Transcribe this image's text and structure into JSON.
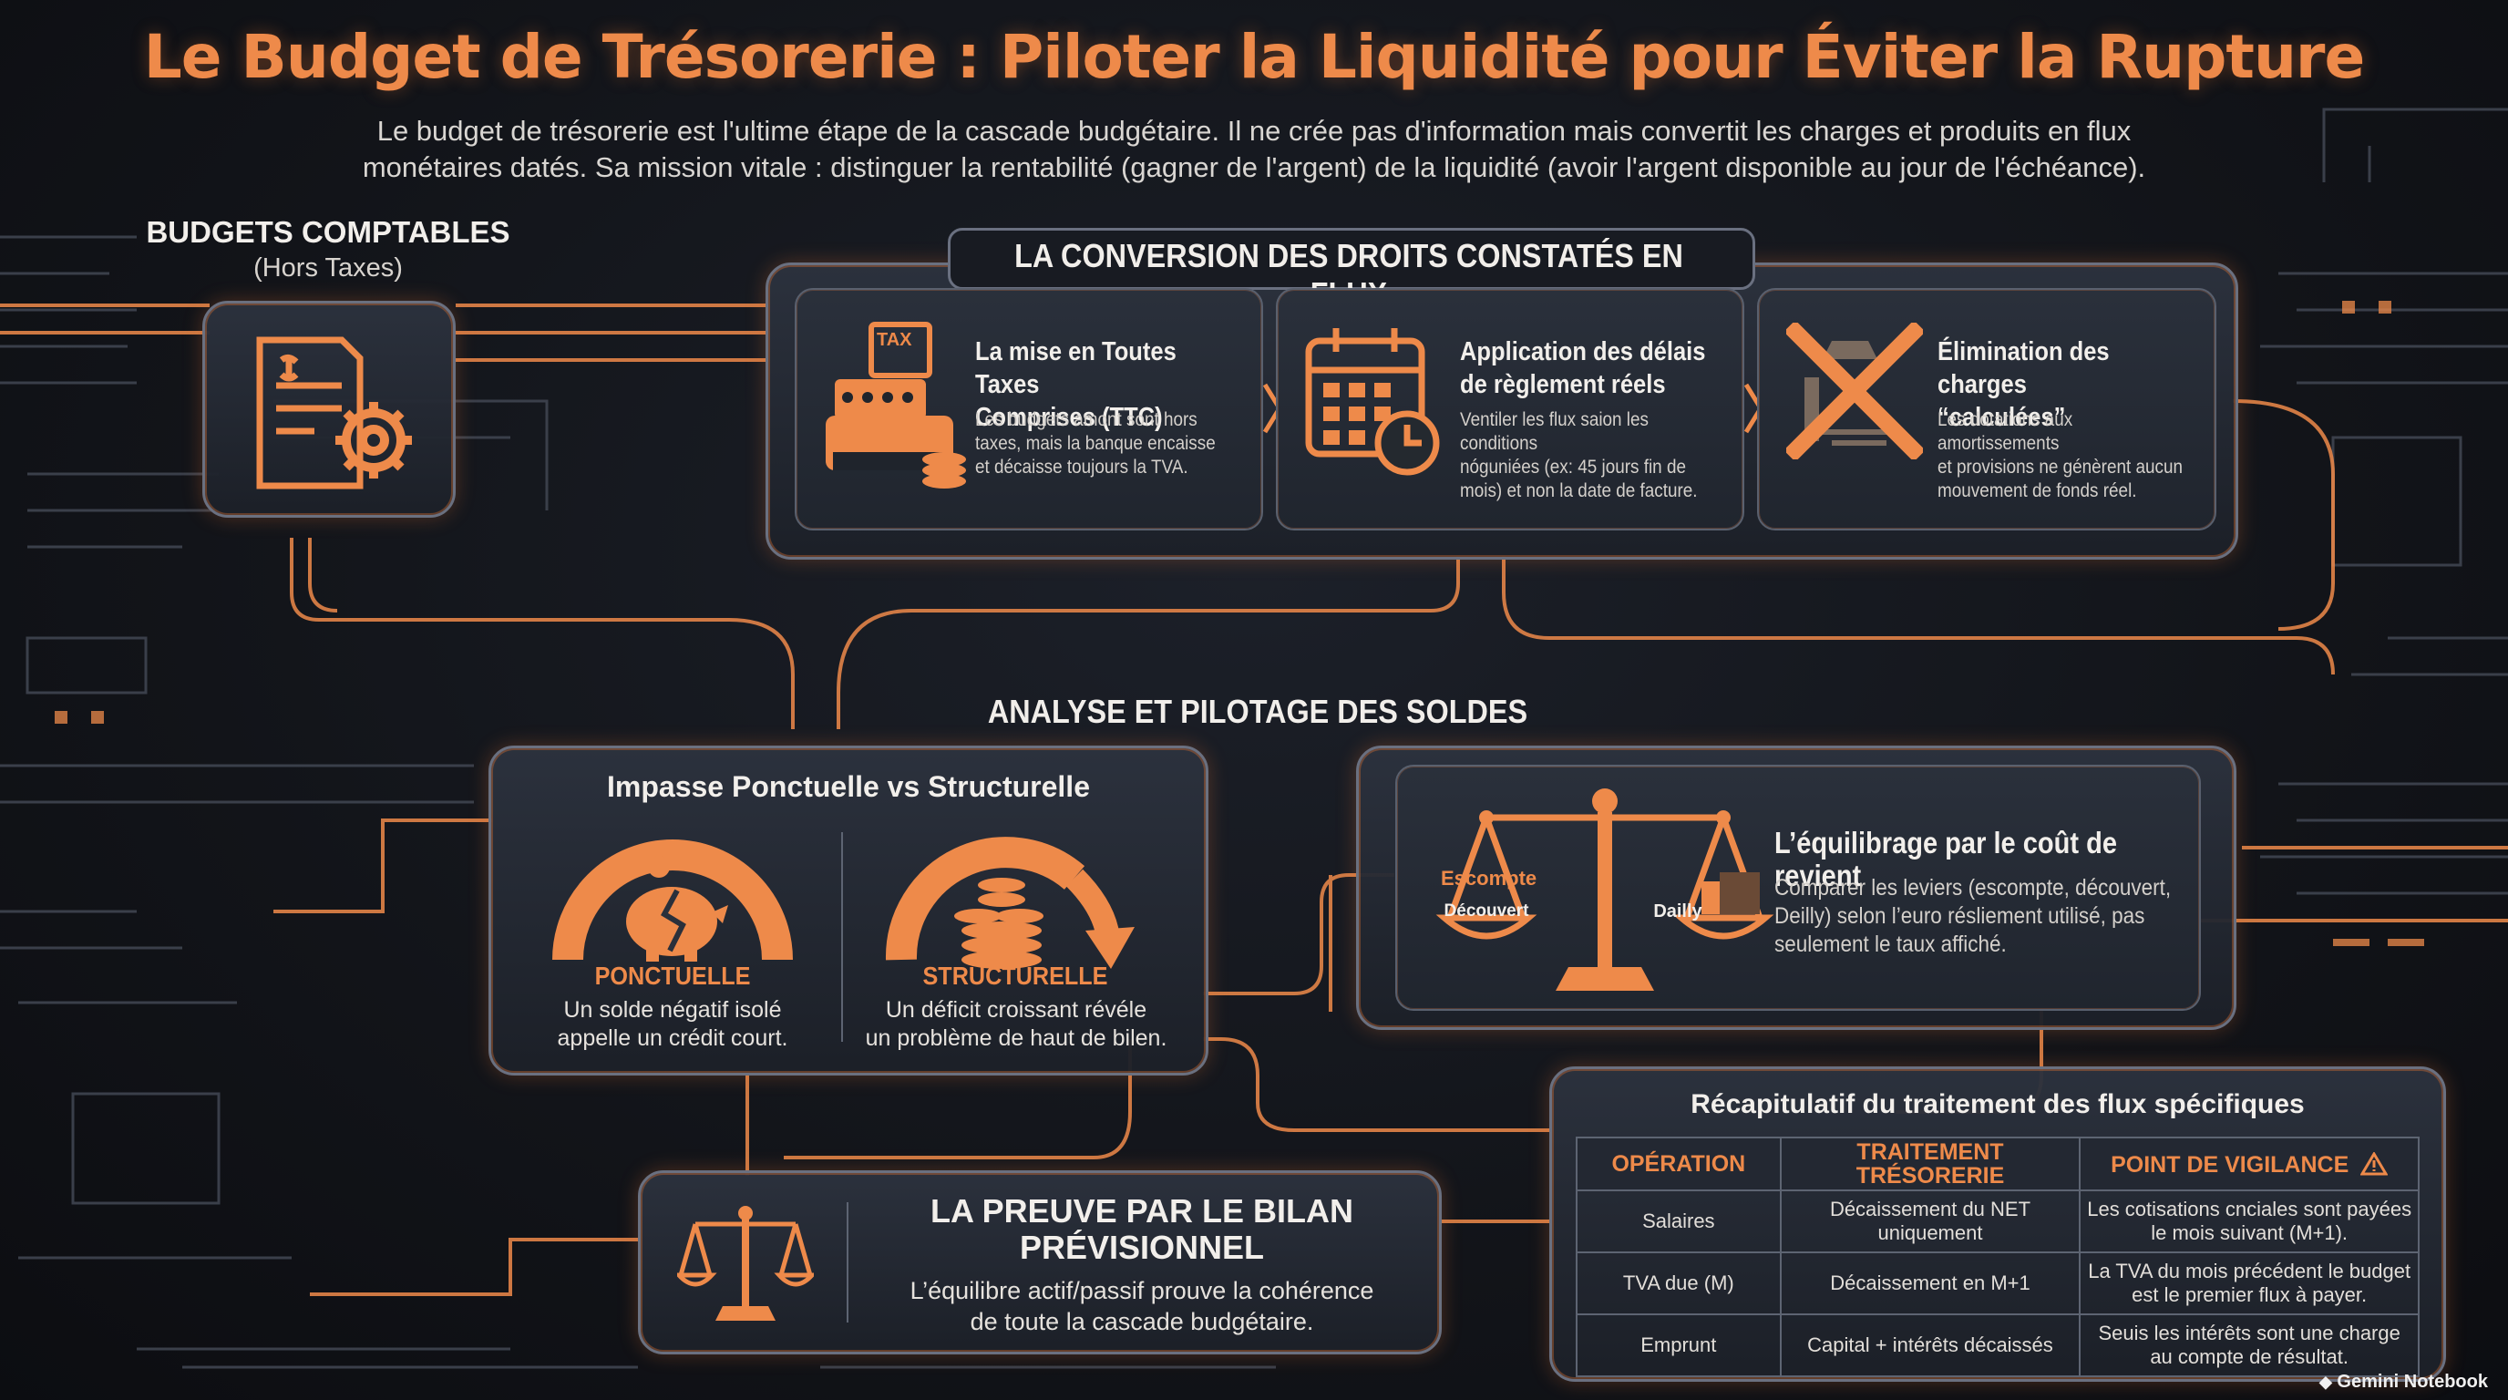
{
  "title": "Le Budget de Trésorerie : Piloter la Liquidité pour Éviter la Rupture",
  "subtitle_line1": "Le budget de trésorerie est l'ultime étape de la cascade budgétaire. Il ne crée pas d'information mais convertit les charges et produits en flux",
  "subtitle_line2": "monétaires datés. Sa mission vitale : distinguer la rentabilité (gagner de l'argent) de la liquidité (avoir l'argent disponible au jour de l'échéance).",
  "colors": {
    "accent": "#ee8a4a",
    "background": "#121419",
    "panel_border": "#6a7080"
  },
  "budgets": {
    "heading": "BUDGETS COMPTABLES",
    "subheading": "(Hors Taxes)",
    "icon": "document-gear-icon"
  },
  "conversion": {
    "heading": "LA CONVERSION DES DROITS CONSTATÉS EN FLUX",
    "cards": [
      {
        "icon": "cash-register-icon",
        "icon_text": "TAX",
        "title_1": "La mise en Toutes Taxes",
        "title_2": "Comprises (TTC)",
        "text_1": "Les budgets amont sont hors",
        "text_2": "taxes, mais la banque encaisse",
        "text_3": "et décaisse toujours la TVA."
      },
      {
        "icon": "calendar-clock-icon",
        "title_1": "Application des délais",
        "title_2": "de règlement réels",
        "text_1": "Ventiler les flux saion les conditions",
        "text_2": "nóguniées (ex: 45 jours fin de",
        "text_3": "mois) et non la date de facture."
      },
      {
        "icon": "crossed-out-icon",
        "title_1": "Élimination des charges",
        "title_2": "“calculées”",
        "text_1": "Les dotations aux amortissements",
        "text_2": "et provisions ne génèrent aucun",
        "text_3": "mouvement de fonds réel."
      }
    ]
  },
  "analyse": {
    "heading": "ANALYSE ET PILOTAGE DES SOLDES",
    "impasse": {
      "title": "Impasse Ponctuelle vs Structurelle",
      "left_label": "PONCTUELLE",
      "left_text_1": "Un solde négatif isolé",
      "left_text_2": "appelle un crédit court.",
      "left_icon": "piggy-bank-gauge-icon",
      "right_label": "STRUCTURELLE",
      "right_text_1": "Un déficit croissant révéle",
      "right_text_2": "un problème de haut de bilen.",
      "right_icon": "coins-down-arrow-icon"
    },
    "equilibrage": {
      "title": "L’équilibrage par le coût de revient",
      "text_1": "Comparer les leviers (escompte, découvert,",
      "text_2": "Deilly) selon l’euro résliement utilisé, pas",
      "text_3": "seulement le taux affiché.",
      "scale_left_1": "Escompte",
      "scale_left_2": "Découvert",
      "scale_right": "Dailly",
      "icon": "balance-scale-icon"
    }
  },
  "preuve": {
    "title_1": "LA PREUVE PAR LE BILAN",
    "title_2": "PRÉVISIONNEL",
    "text_1": "L’équilibre actif/passif prouve la cohérence",
    "text_2": "de toute la cascade budgétaire.",
    "icon": "balance-scale-icon"
  },
  "recap": {
    "title": "Récapitulatif du traitement des flux spécifiques",
    "headers": [
      "OPÉRATION",
      "TRAITEMENT TRÉSORERIE",
      "POINT DE VIGILANCE"
    ],
    "warning_icon": "warning-triangle-icon",
    "rows": [
      [
        "Salaires",
        "Décaissement du NET|uniquement",
        "Les cotisations cnciales sont payées|le mois suivant (M+1)."
      ],
      [
        "TVA due (M)",
        "Décaissement en M+1",
        "La TVA du mois précédent le budget|est le premier flux à payer."
      ],
      [
        "Emprunt",
        "Capital + intérêts décaissés",
        "Seuis les intérêts sont une charge|au compte de résultat."
      ]
    ]
  },
  "footer": {
    "brand": "Gemini Notebook"
  }
}
